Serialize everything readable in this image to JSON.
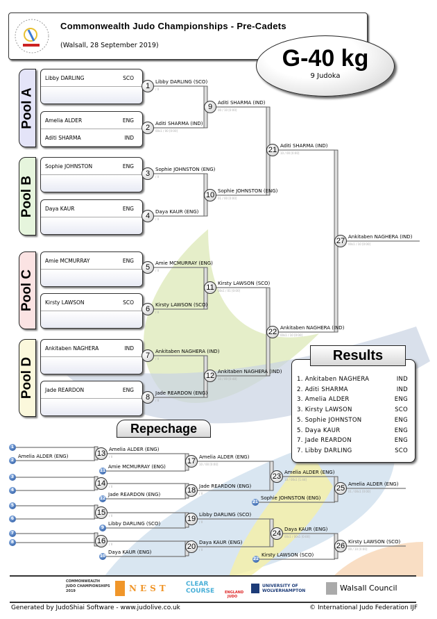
{
  "header": {
    "title": "Commonwealth Judo Championships - Pre-Cadets",
    "subtitle": "(Walsall, 28 September 2019)",
    "logo_text": "COMMONWEALTH JUDO ASSOCIATION"
  },
  "category": {
    "name": "G-40 kg",
    "count": "9 Judoka"
  },
  "pools": [
    {
      "label": "Pool A",
      "color": "#e4e4f8",
      "boxes": [
        [
          {
            "name": "Libby DARLING",
            "country": "SCO"
          },
          {
            "name": "",
            "country": ""
          }
        ],
        [
          {
            "name": "Amelia ALDER",
            "country": "ENG"
          },
          {
            "name": "Aditi SHARMA",
            "country": "IND"
          }
        ]
      ]
    },
    {
      "label": "Pool B",
      "color": "#e6f5dd",
      "boxes": [
        [
          {
            "name": "Sophie JOHNSTON",
            "country": "ENG"
          },
          {
            "name": "",
            "country": ""
          }
        ],
        [
          {
            "name": "Daya KAUR",
            "country": "ENG"
          },
          {
            "name": "",
            "country": ""
          }
        ]
      ]
    },
    {
      "label": "Pool C",
      "color": "#fbe3e3",
      "boxes": [
        [
          {
            "name": "Amie MCMURRAY",
            "country": "ENG"
          },
          {
            "name": "",
            "country": ""
          }
        ],
        [
          {
            "name": "Kirsty LAWSON",
            "country": "SCO"
          },
          {
            "name": "",
            "country": ""
          }
        ]
      ]
    },
    {
      "label": "Pool D",
      "color": "#fbf8dc",
      "boxes": [
        [
          {
            "name": "Ankitaben NAGHERA",
            "country": "IND"
          },
          {
            "name": "",
            "country": ""
          }
        ],
        [
          {
            "name": "Jade REARDON",
            "country": "ENG"
          },
          {
            "name": "",
            "country": ""
          }
        ]
      ]
    }
  ],
  "matches": [
    {
      "no": "1",
      "winner": "Libby DARLING   (SCO)",
      "score": "/ II"
    },
    {
      "no": "2",
      "winner": "Aditi SHARMA   (IND)",
      "score": "00s1 / 00 [0:00]"
    },
    {
      "no": "3",
      "winner": "Sophie JOHNSTON  (ENG)",
      "score": "/ II"
    },
    {
      "no": "4",
      "winner": "Daya KAUR   (ENG)",
      "score": "/ II"
    },
    {
      "no": "5",
      "winner": "Amie MCMURRAY   (ENG)",
      "score": "/ II"
    },
    {
      "no": "6",
      "winner": "Kirsty LAWSON   (SCO)",
      "score": "/ II"
    },
    {
      "no": "7",
      "winner": "Ankitaben NAGHERA    (IND)",
      "score": "/ II"
    },
    {
      "no": "8",
      "winner": "Jade REARDON   (ENG)",
      "score": "/ II"
    },
    {
      "no": "9",
      "winner": "Aditi SHARMA    (IND)",
      "score": "00 / 10 [0:00]"
    },
    {
      "no": "10",
      "winner": "Sophie JOHNSTON  (ENG)",
      "score": "01 / 00 [0:00]"
    },
    {
      "no": "11",
      "winner": "Kirsty LAWSON   (SCO)",
      "score": "00s1 / 01 [0:00]"
    },
    {
      "no": "12",
      "winner": "Ankitaben NAGHERA    (IND)",
      "score": "10 / 00 [0:48]"
    },
    {
      "no": "21",
      "winner": "Aditi SHARMA    (IND)",
      "score": "10 / 00 [0:00]"
    },
    {
      "no": "22",
      "winner": "Ankitaben NAGHERA    (IND)",
      "score": "00s1 / 10 [0:00]"
    },
    {
      "no": "27",
      "winner": "Ankitaben NAGHERA    (IND)",
      "score": "00s1 / 10 [0:00]"
    },
    {
      "no": "13",
      "winner": "Amelia ALDER   (ENG)",
      "score": "/ II"
    },
    {
      "no": "14",
      "winner": "",
      "score": "/ II"
    },
    {
      "no": "15",
      "winner": "",
      "score": "/ II"
    },
    {
      "no": "16",
      "winner": "",
      "score": "/ II"
    },
    {
      "no": "17",
      "winner": "Amelia ALDER   (ENG)",
      "score": "10 / 00 [0:00]"
    },
    {
      "no": "18",
      "winner": "Jade REARDON   (ENG)",
      "score": "/ II"
    },
    {
      "no": "19",
      "winner": "Libby DARLING   (SCO)",
      "score": "/ II"
    },
    {
      "no": "20",
      "winner": "Daya KAUR   (ENG)",
      "score": "/ II"
    },
    {
      "no": "23",
      "winner": "Amelia ALDER   (ENG)",
      "score": "10 / 00s1 [1:44]"
    },
    {
      "no": "24",
      "winner": "Daya KAUR   (ENG)",
      "score": "00s1 / 00s1 [0:00]"
    },
    {
      "no": "25",
      "winner": "Amelia ALDER   (ENG)",
      "score": "01 / 00s1 [0:00]"
    },
    {
      "no": "26",
      "winner": "Kirsty LAWSON   (SCO)",
      "score": "00 / 10 [0:00]"
    }
  ],
  "repechage": {
    "title": "Repechage",
    "entries": [
      {
        "no": "1",
        "name": ""
      },
      {
        "no": "2",
        "name": "Amelia ALDER   (ENG)"
      },
      {
        "no": "3",
        "name": ""
      },
      {
        "no": "4",
        "name": ""
      },
      {
        "no": "5",
        "name": ""
      },
      {
        "no": "6",
        "name": ""
      },
      {
        "no": "7",
        "name": ""
      },
      {
        "no": "8",
        "name": ""
      },
      {
        "no": "11",
        "name": "Amie MCMURRAY   (ENG)"
      },
      {
        "no": "12",
        "name": "Jade REARDON   (ENG)"
      },
      {
        "no": "9",
        "name": "Libby DARLING   (SCO)"
      },
      {
        "no": "10",
        "name": "Daya KAUR   (ENG)"
      },
      {
        "no": "21",
        "name": "Sophie JOHNSTON   (ENG)"
      },
      {
        "no": "22",
        "name": "Kirsty LAWSON   (SCO)"
      }
    ]
  },
  "results": {
    "title": "Results",
    "rows": [
      {
        "place": "1. Ankitaben NAGHERA",
        "country": "IND"
      },
      {
        "place": "2. Aditi SHARMA",
        "country": "IND"
      },
      {
        "place": "3. Amelia ALDER",
        "country": "ENG"
      },
      {
        "place": "3. Kirsty LAWSON",
        "country": "SCO"
      },
      {
        "place": "5. Sophie JOHNSTON",
        "country": "ENG"
      },
      {
        "place": "5. Daya KAUR",
        "country": "ENG"
      },
      {
        "place": "7. Jade REARDON",
        "country": "ENG"
      },
      {
        "place": "7. Libby DARLING",
        "country": "SCO"
      }
    ]
  },
  "sponsors": [
    "COMMONWEALTH JUDO CHAMPIONSHIPS 2019",
    "NEST",
    "CLEAR COURSE",
    "ENGLAND JUDO",
    "UNIVERSITY OF WOLVERHAMPTON",
    "Walsall Council"
  ],
  "footer": {
    "left": "Generated by JudoShiai Software - www.judolive.co.uk",
    "right": "© International Judo Federation IJF"
  }
}
